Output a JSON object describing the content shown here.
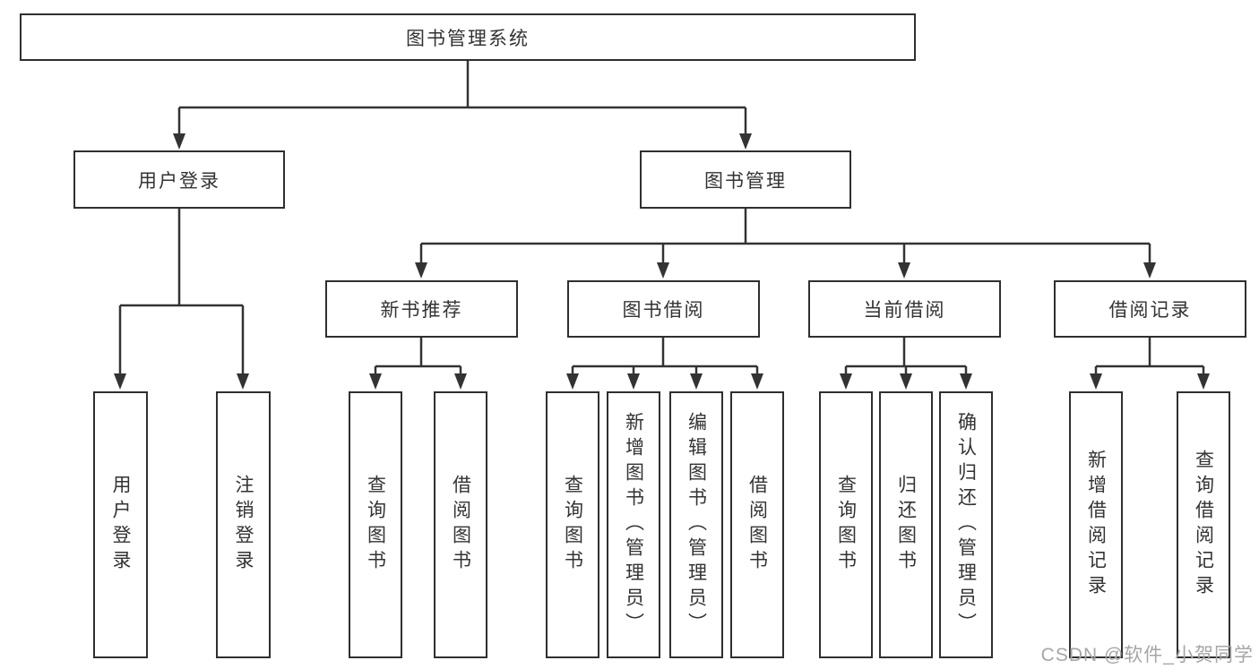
{
  "diagram": {
    "type": "hierarchy-tree",
    "colors": {
      "line": "#333333",
      "box_border": "#2f2f2f",
      "box_fill": "#ffffff",
      "text": "#333333",
      "watermark": "#a6a6a6"
    },
    "nodes": {
      "root": "图书管理系统",
      "l2": [
        "用户登录",
        "图书管理"
      ],
      "l3": [
        "新书推荐",
        "图书借阅",
        "当前借阅",
        "借阅记录"
      ],
      "leaves": {
        "login": [
          "用户登录",
          "注销登录"
        ],
        "newbook": [
          "查询图书",
          "借阅图书"
        ],
        "borrow": [
          "查询图书",
          "新增图书（管理员）",
          "编辑图书（管理员）",
          "借阅图书"
        ],
        "current": [
          "查询图书",
          "归还图书",
          "确认归还（管理员）"
        ],
        "records": [
          "新增借阅记录",
          "查询借阅记录"
        ]
      }
    },
    "watermark": "CSDN @软件_小贺同学"
  }
}
